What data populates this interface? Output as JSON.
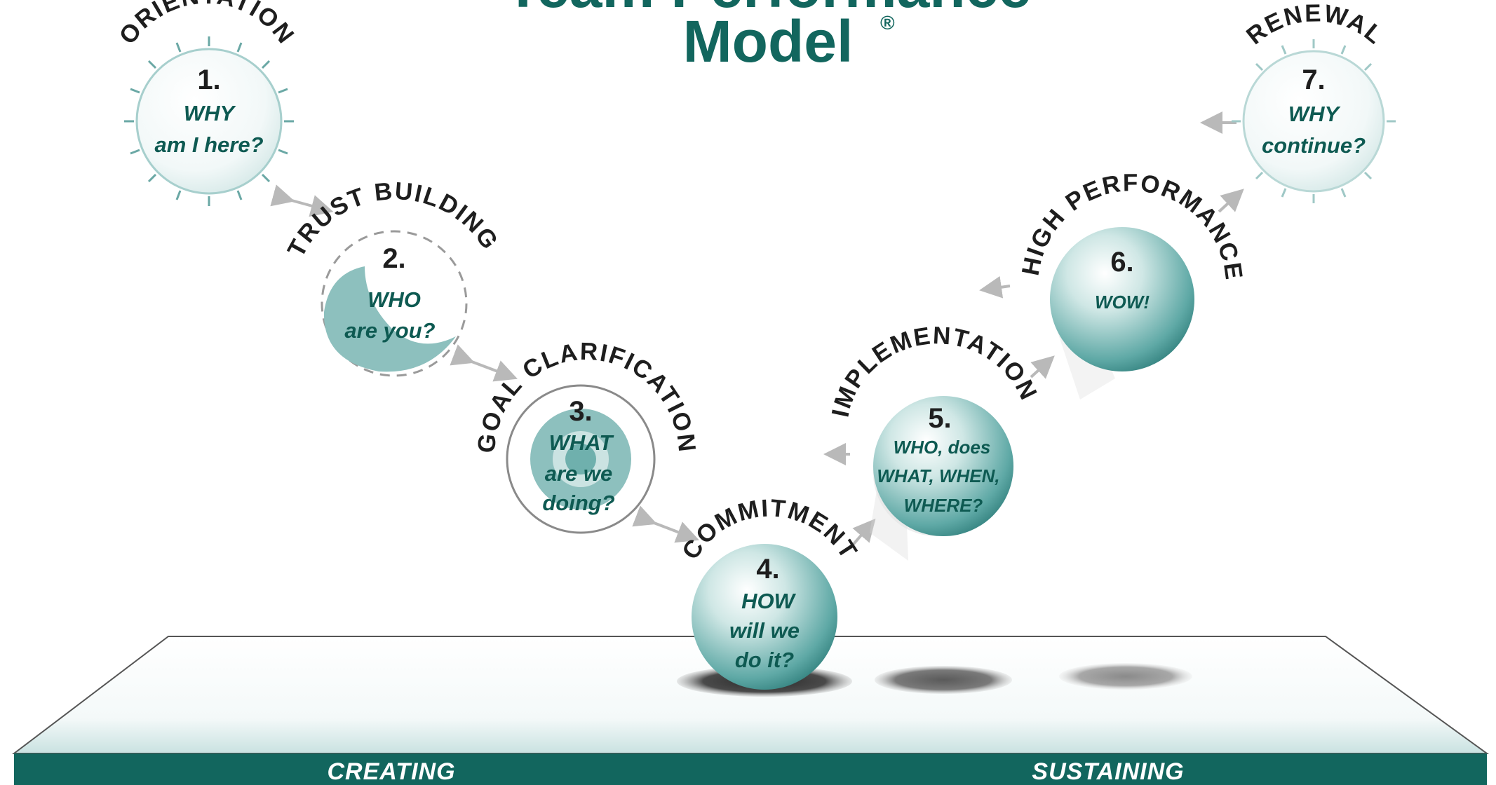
{
  "title": {
    "line1": "Team Performance",
    "line2": "Model",
    "mark": "®"
  },
  "stages": [
    {
      "name": "ORIENTATION",
      "number": "1.",
      "question": [
        "WHY",
        "am I here?"
      ]
    },
    {
      "name": "TRUST BUILDING",
      "number": "2.",
      "question": [
        "WHO",
        "are you?"
      ]
    },
    {
      "name": "GOAL CLARIFICATION",
      "number": "3.",
      "question": [
        "WHAT",
        "are we",
        "doing?"
      ]
    },
    {
      "name": "COMMITMENT",
      "number": "4.",
      "question": [
        "HOW",
        "will we",
        "do it?"
      ]
    },
    {
      "name": "IMPLEMENTATION",
      "number": "5.",
      "question": [
        "WHO, does",
        "WHAT, WHEN,",
        "WHERE?"
      ]
    },
    {
      "name": "HIGH PERFORMANCE",
      "number": "6.",
      "question": [
        "WOW!"
      ]
    },
    {
      "name": "RENEWAL",
      "number": "7.",
      "question": [
        "WHY",
        "continue?"
      ]
    }
  ],
  "footer": {
    "left": "CREATING",
    "right": "SUSTAINING"
  },
  "colors": {
    "teal_dark": "#12665e",
    "teal_mid": "#5aa8a5",
    "teal_light": "#cfe6e4",
    "text_dark": "#1e1e1e"
  }
}
